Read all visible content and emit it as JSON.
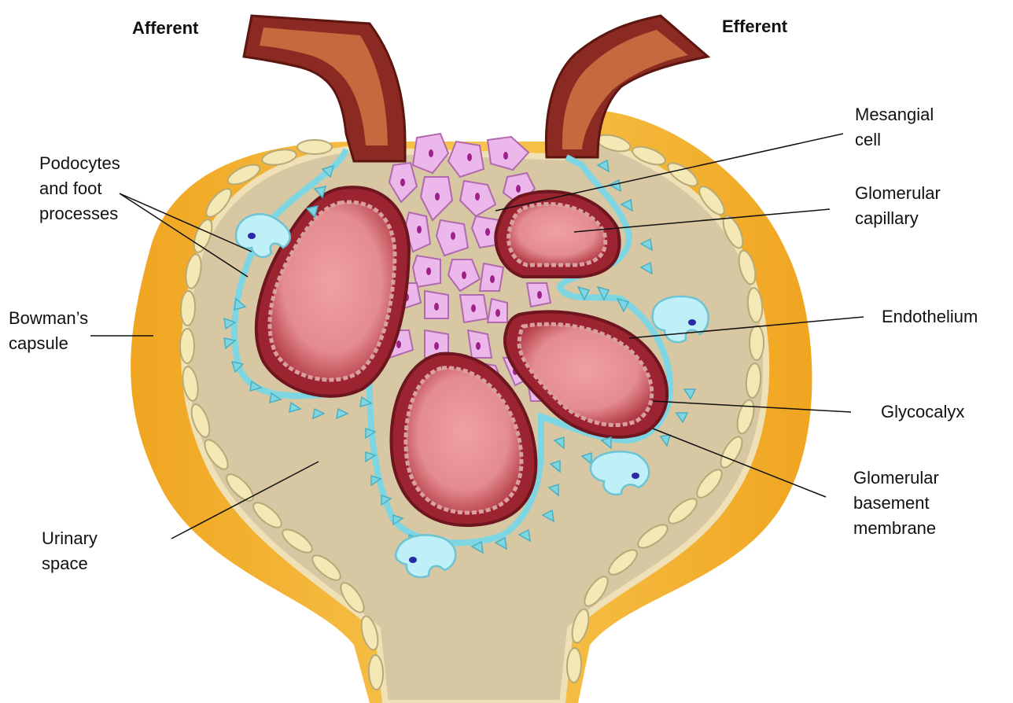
{
  "labels": {
    "afferent": "Afferent",
    "efferent": "Efferent",
    "mesangial_cell": "Mesangial\ncell",
    "podocytes": "Podocytes\nand foot\nprocesses",
    "glomerular_capillary": "Glomerular\ncapillary",
    "bowmans_capsule": "Bowman’s\ncapsule",
    "endothelium": "Endothelium",
    "glycocalyx": "Glycocalyx",
    "glomerular_basement_membrane": "Glomerular\nbasement\nmembrane",
    "urinary_space": "Urinary\nspace"
  },
  "colors": {
    "capsule_outer": "#f2b83a",
    "capsule_inner": "#fbe39a",
    "urinary_space": "#d7c7a3",
    "arteriole": "#8b2a22",
    "arteriole_lumen": "#c46a3e",
    "capillary_wall": "#9c2330",
    "capillary_lumen": "#e48c90",
    "basement_membrane": "#7fd6e3",
    "podocyte": "#bfeff7",
    "podocyte_nucleus": "#2a2aa8",
    "mesangial": "#ecb7ea",
    "mesangial_nucleus": "#a0208a",
    "leader_line": "#111111"
  }
}
